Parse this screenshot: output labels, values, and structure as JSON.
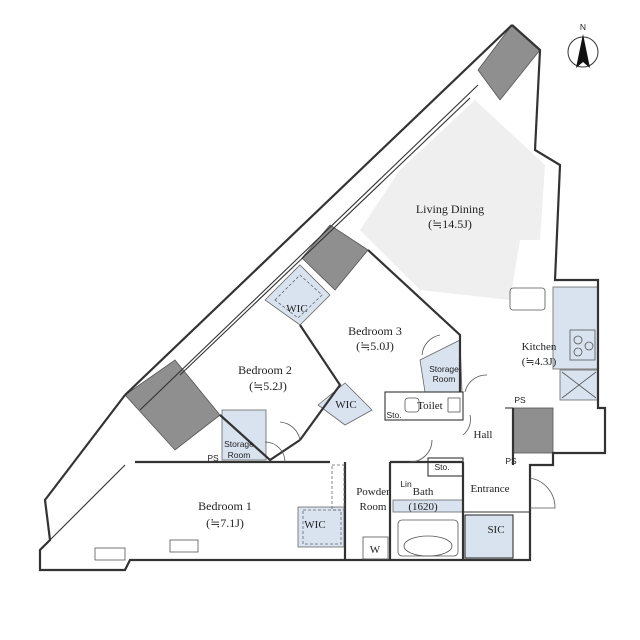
{
  "compass": {
    "label": "N"
  },
  "colors": {
    "wall": "#333333",
    "column": "#8f8f8f",
    "storage": "#d9e3f0",
    "living_shade": "#efefef"
  },
  "rooms": {
    "living_dining": {
      "name": "Living Dining",
      "size": "(≒14.5J)"
    },
    "kitchen": {
      "name": "Kitchen",
      "size": "(≒4.3J)"
    },
    "bedroom1": {
      "name": "Bedroom 1",
      "size": "(≒7.1J)"
    },
    "bedroom2": {
      "name": "Bedroom 2",
      "size": "(≒5.2J)"
    },
    "bedroom3": {
      "name": "Bedroom 3",
      "size": "(≒5.0J)"
    },
    "hall": {
      "name": "Hall"
    },
    "entrance": {
      "name": "Entrance"
    },
    "toilet": {
      "name": "Toilet"
    },
    "powder_room": {
      "name_line1": "Powder",
      "name_line2": "Room"
    },
    "bath": {
      "name": "Bath",
      "size": "(1620)"
    }
  },
  "storage": {
    "wic_top": "WIC",
    "wic_mid": "WIC",
    "wic_bottom": "WIC",
    "sic": "SIC",
    "storage_room_right_line1": "Storage",
    "storage_room_right_line2": "Room",
    "storage_room_left_line1": "Storage",
    "storage_room_left_line2": "Room",
    "sto_toilet": "Sto.",
    "sto_hall": "Sto.",
    "lin": "Lin"
  },
  "fixtures": {
    "ps_top": "PS",
    "ps_right": "PS",
    "ps_left": "PS",
    "washer": "W"
  }
}
